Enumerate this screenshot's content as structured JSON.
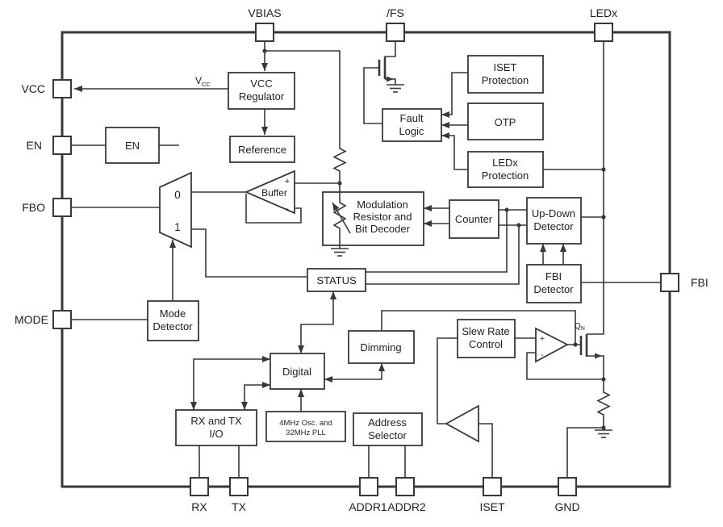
{
  "pins": {
    "vbias": "VBIAS",
    "fs": "/FS",
    "ledx": "LEDx",
    "vcc": "VCC",
    "en": "EN",
    "fbo": "FBO",
    "mode": "MODE",
    "fbi": "FBI",
    "rx": "RX",
    "tx": "TX",
    "addr1": "ADDR1",
    "addr2": "ADDR2",
    "iset": "ISET",
    "gnd": "GND"
  },
  "blocks": {
    "vcc_regulator": {
      "line1": "VCC",
      "line2": "Regulator"
    },
    "reference": {
      "line1": "Reference"
    },
    "en": {
      "line1": "EN"
    },
    "fault_logic": {
      "line1": "Fault",
      "line2": "Logic"
    },
    "iset_protection": {
      "line1": "ISET",
      "line2": "Protection"
    },
    "otp": {
      "line1": "OTP"
    },
    "ledx_protection": {
      "line1": "LEDx",
      "line2": "Protection"
    },
    "modulation": {
      "line1": "Modulation",
      "line2": "Resistor and",
      "line3": "Bit Decoder"
    },
    "counter": {
      "line1": "Counter"
    },
    "up_down": {
      "line1": "Up-Down",
      "line2": "Detector"
    },
    "fbi_detector": {
      "line1": "FBI",
      "line2": "Detector"
    },
    "status": {
      "line1": "STATUS"
    },
    "mode_detector": {
      "line1": "Mode",
      "line2": "Detector"
    },
    "digital": {
      "line1": "Digital"
    },
    "dimming": {
      "line1": "Dimming"
    },
    "slew_rate": {
      "line1": "Slew Rate",
      "line2": "Control"
    },
    "rx_tx_io": {
      "line1": "RX and TX",
      "line2": "I/O"
    },
    "osc_pll": {
      "line1": "4MHz Osc. and",
      "line2": "32MHz PLL"
    },
    "address_selector": {
      "line1": "Address",
      "line2": "Selector"
    }
  },
  "labels": {
    "buffer": "Buffer",
    "mux_in0": "0",
    "mux_in1": "1",
    "vcc_net": "V",
    "vcc_net_sub": "CC",
    "qn": "Q",
    "qn_sub": "N",
    "plus": "+",
    "minus": "-"
  },
  "colors": {
    "wire": "#383838",
    "background": "#ffffff",
    "box_fill": "#ffffff",
    "text": "#1f1f1f"
  }
}
